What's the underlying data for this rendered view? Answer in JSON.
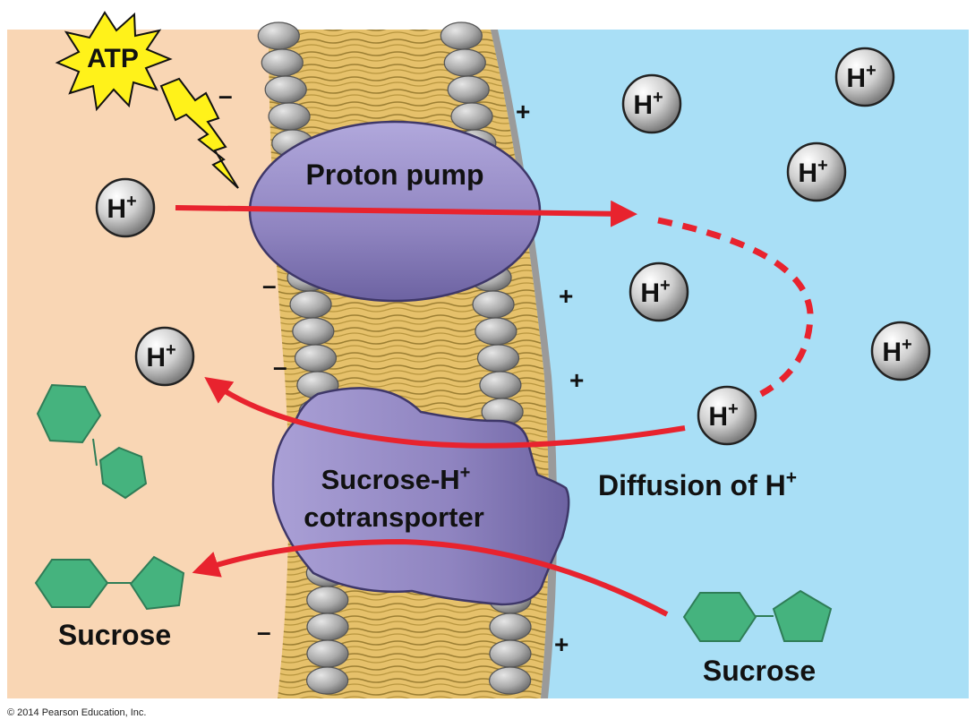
{
  "labels": {
    "atp": "ATP",
    "proton_pump": "Proton pump",
    "cotransporter_line1": "Sucrose-H",
    "cotransporter_line2": "cotransporter",
    "diffusion": "Diffusion of H",
    "sucrose_left": "Sucrose",
    "sucrose_right": "Sucrose",
    "proton_base": "H",
    "superscript_plus": "+"
  },
  "signs": {
    "negative": "–",
    "positive": "+"
  },
  "copyright": "© 2014 Pearson Education, Inc.",
  "colors": {
    "cytoplasm": "#f9d6b4",
    "exterior": "#a9dff6",
    "protein": "#8f84c0",
    "arrow": "#e8232e",
    "sucrose": "#45b37e",
    "lipid_tail": "#e6c16b",
    "lipid_head": "#a9a9a9",
    "atp_burst": "#fff21a"
  },
  "icons": [
    "atp-burst-icon",
    "lightning-bolt-icon",
    "proton-icon",
    "sucrose-molecule-icon"
  ]
}
